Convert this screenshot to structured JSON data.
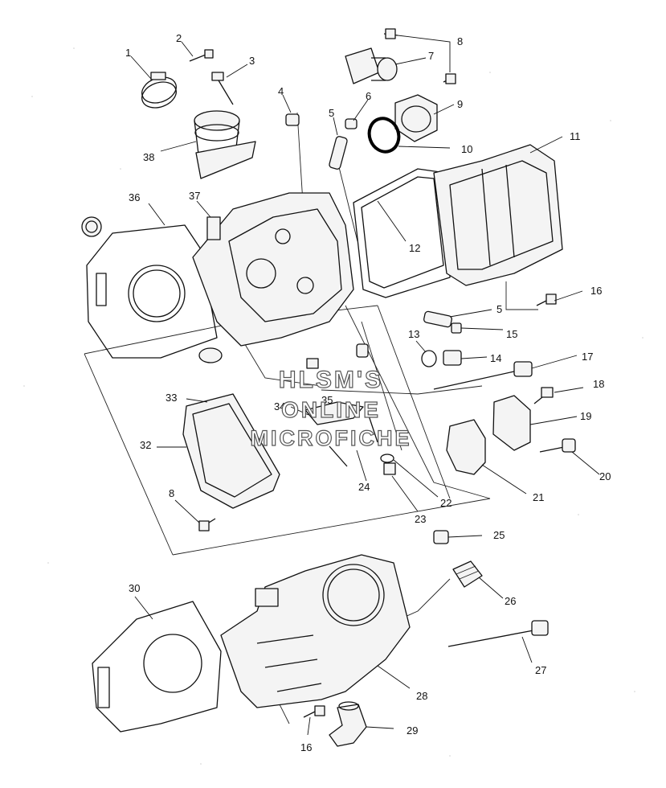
{
  "watermark": {
    "lines": [
      "HLSM'S",
      "ONLINE",
      "MICROFICHE"
    ]
  },
  "callouts": [
    {
      "label": "1"
    },
    {
      "label": "2"
    },
    {
      "label": "3"
    },
    {
      "label": "4"
    },
    {
      "label": "5"
    },
    {
      "label": "6"
    },
    {
      "label": "7"
    },
    {
      "label": "8"
    },
    {
      "label": "9"
    },
    {
      "label": "10"
    },
    {
      "label": "11"
    },
    {
      "label": "12"
    },
    {
      "label": "16"
    },
    {
      "label": "5"
    },
    {
      "label": "15"
    },
    {
      "label": "13"
    },
    {
      "label": "14"
    },
    {
      "label": "17"
    },
    {
      "label": "18"
    },
    {
      "label": "19"
    },
    {
      "label": "20"
    },
    {
      "label": "21"
    },
    {
      "label": "22"
    },
    {
      "label": "23"
    },
    {
      "label": "24"
    },
    {
      "label": "25"
    },
    {
      "label": "26"
    },
    {
      "label": "27"
    },
    {
      "label": "28"
    },
    {
      "label": "29"
    },
    {
      "label": "16"
    },
    {
      "label": "30"
    },
    {
      "label": "8"
    },
    {
      "label": "32"
    },
    {
      "label": "33"
    },
    {
      "label": "34"
    },
    {
      "label": "35"
    },
    {
      "label": "36"
    },
    {
      "label": "37"
    },
    {
      "label": "38"
    }
  ]
}
